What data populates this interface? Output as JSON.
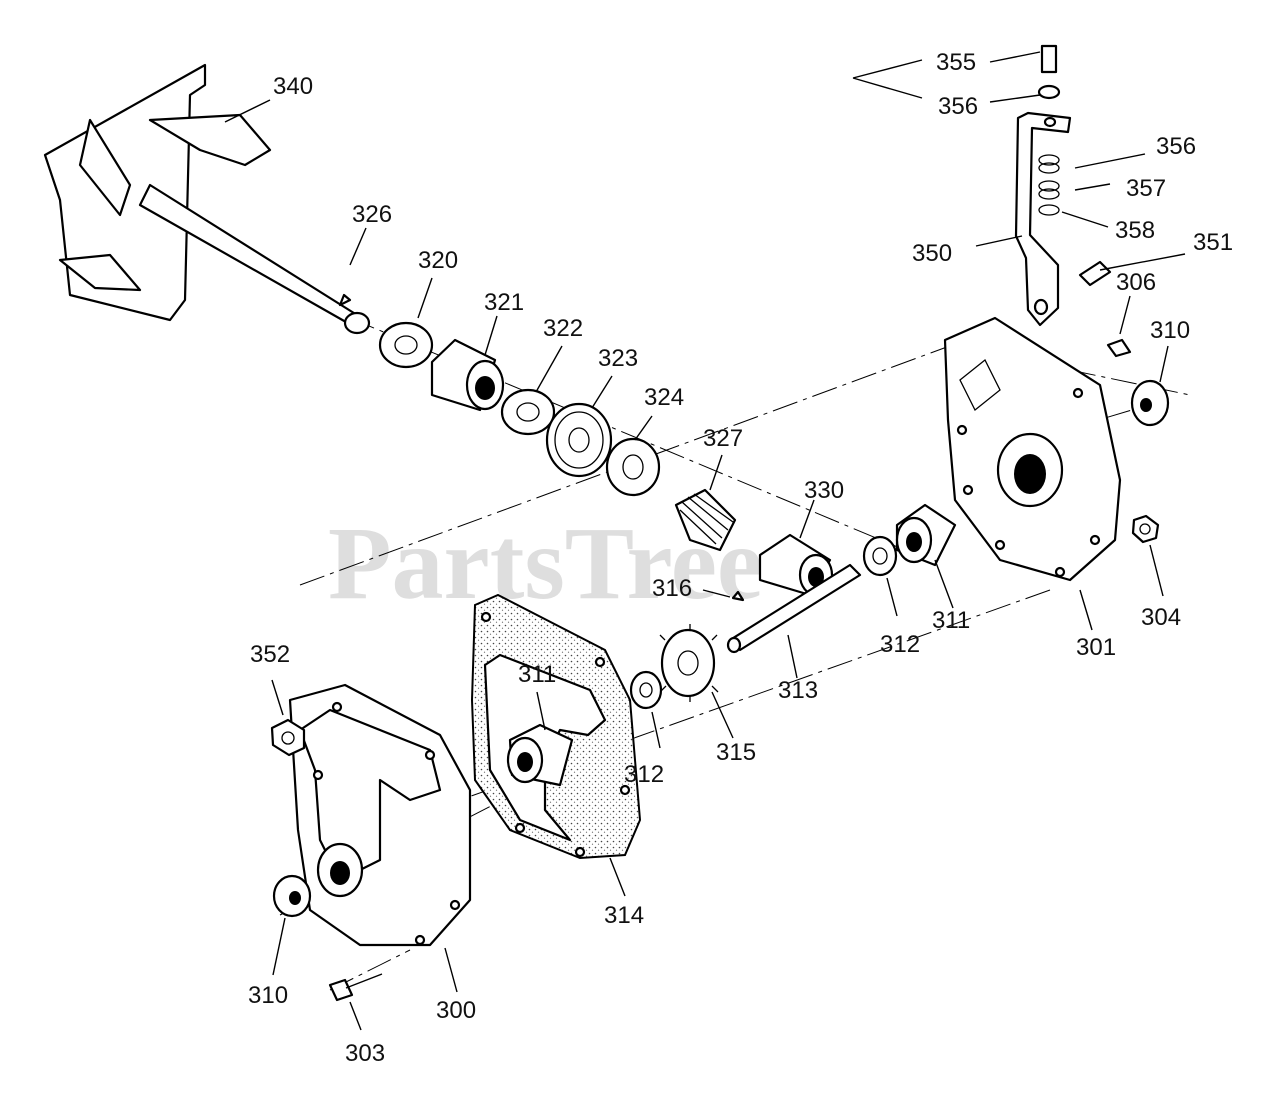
{
  "watermark": "PartsTree",
  "callouts": [
    "355",
    "356",
    "356",
    "357",
    "358",
    "351",
    "350",
    "340",
    "326",
    "320",
    "321",
    "322",
    "323",
    "324",
    "327",
    "330",
    "316",
    "306",
    "310",
    "311",
    "312",
    "313",
    "315",
    "301",
    "304",
    "352",
    "311",
    "312",
    "314",
    "310",
    "300",
    "303"
  ]
}
